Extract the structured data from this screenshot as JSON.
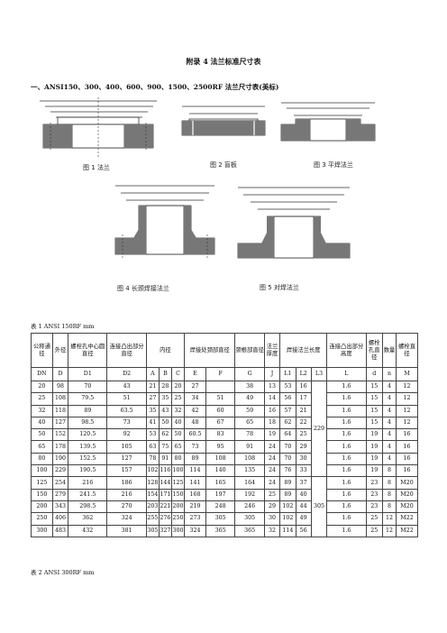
{
  "page_title": "附录 4  法兰标准尺寸表",
  "section_title": "一、ANSI150、300、400、600、900、1500、2500RF 法兰尺寸表(美标)",
  "figures": [
    {
      "caption": "图 1  法兰"
    },
    {
      "caption": "图 2  盲板"
    },
    {
      "caption": "图 3  平焊法兰"
    },
    {
      "caption": "图 4  长颈焊接法兰"
    },
    {
      "caption": "图 5  对焊法兰"
    }
  ],
  "table1": {
    "caption": "表  1 ANSI 150RF        mm",
    "header1": [
      "公称通径",
      "外径",
      "螺栓孔中心圆直径",
      "连接凸出部分直径",
      "内径",
      "焊接处颈部直径",
      "颈根部直径",
      "法兰厚度",
      "焊接法兰长度",
      "连接凸出部分高度",
      "螺栓孔直径",
      "数量",
      "螺栓直径"
    ],
    "header2": [
      "DN",
      "D",
      "D1",
      "D2",
      "A",
      "B",
      "C",
      "E",
      "F",
      "G",
      "J",
      "L1",
      "L2",
      "L3",
      "L",
      "d",
      "n",
      "M"
    ],
    "l3_value": "229",
    "l_value": "305",
    "rows": [
      [
        "20",
        "98",
        "70",
        "43",
        "21",
        "28",
        "20",
        "27",
        "",
        "38",
        "13",
        "53",
        "16",
        "1.6",
        "15",
        "4",
        "12"
      ],
      [
        "25",
        "108",
        "79.5",
        "51",
        "27",
        "35",
        "25",
        "34",
        "51",
        "49",
        "14",
        "56",
        "17",
        "1.6",
        "15",
        "4",
        "12"
      ],
      [
        "32",
        "118",
        "89",
        "63.5",
        "35",
        "43",
        "32",
        "42",
        "60",
        "59",
        "16",
        "57",
        "21",
        "1.6",
        "15",
        "4",
        "12"
      ],
      [
        "40",
        "127",
        "98.5",
        "73",
        "41",
        "50",
        "40",
        "48",
        "67",
        "65",
        "18",
        "62",
        "22",
        "1.6",
        "15",
        "4",
        "12"
      ],
      [
        "50",
        "152",
        "120.5",
        "92",
        "53",
        "62",
        "50",
        "60.5",
        "83",
        "78",
        "19",
        "64",
        "25",
        "1.6",
        "19",
        "4",
        "16"
      ],
      [
        "65",
        "178",
        "139.5",
        "105",
        "63",
        "75",
        "65",
        "73",
        "95",
        "91",
        "24",
        "70",
        "29",
        "1.6",
        "19",
        "4",
        "16"
      ],
      [
        "80",
        "190",
        "152.5",
        "127",
        "78",
        "91",
        "80",
        "89",
        "108",
        "108",
        "24",
        "70",
        "30",
        "1.6",
        "19",
        "4",
        "16"
      ],
      [
        "100",
        "229",
        "190.5",
        "157",
        "102",
        "116",
        "100",
        "114",
        "140",
        "135",
        "24",
        "76",
        "33",
        "1.6",
        "19",
        "8",
        "16"
      ],
      [
        "125",
        "254",
        "216",
        "186",
        "128",
        "144",
        "125",
        "141",
        "165",
        "164",
        "24",
        "89",
        "37",
        "1.6",
        "23",
        "8",
        "M20"
      ],
      [
        "150",
        "279",
        "241.5",
        "216",
        "154",
        "171",
        "150",
        "168",
        "197",
        "192",
        "25",
        "89",
        "40",
        "1.6",
        "23",
        "8",
        "M20"
      ],
      [
        "200",
        "343",
        "298.5",
        "270",
        "203",
        "221",
        "200",
        "219",
        "248",
        "246",
        "29",
        "102",
        "44",
        "1.6",
        "23",
        "8",
        "M20"
      ],
      [
        "250",
        "406",
        "362",
        "324",
        "255",
        "276",
        "250",
        "273",
        "305",
        "305",
        "30",
        "102",
        "49",
        "1.6",
        "25",
        "12",
        "M22"
      ],
      [
        "300",
        "483",
        "432",
        "381",
        "305",
        "327",
        "300",
        "324",
        "365",
        "365",
        "32",
        "114",
        "56",
        "1.6",
        "25",
        "12",
        "M22"
      ]
    ]
  },
  "table2": {
    "caption": "表  2 ANSI 300RF        mm"
  }
}
